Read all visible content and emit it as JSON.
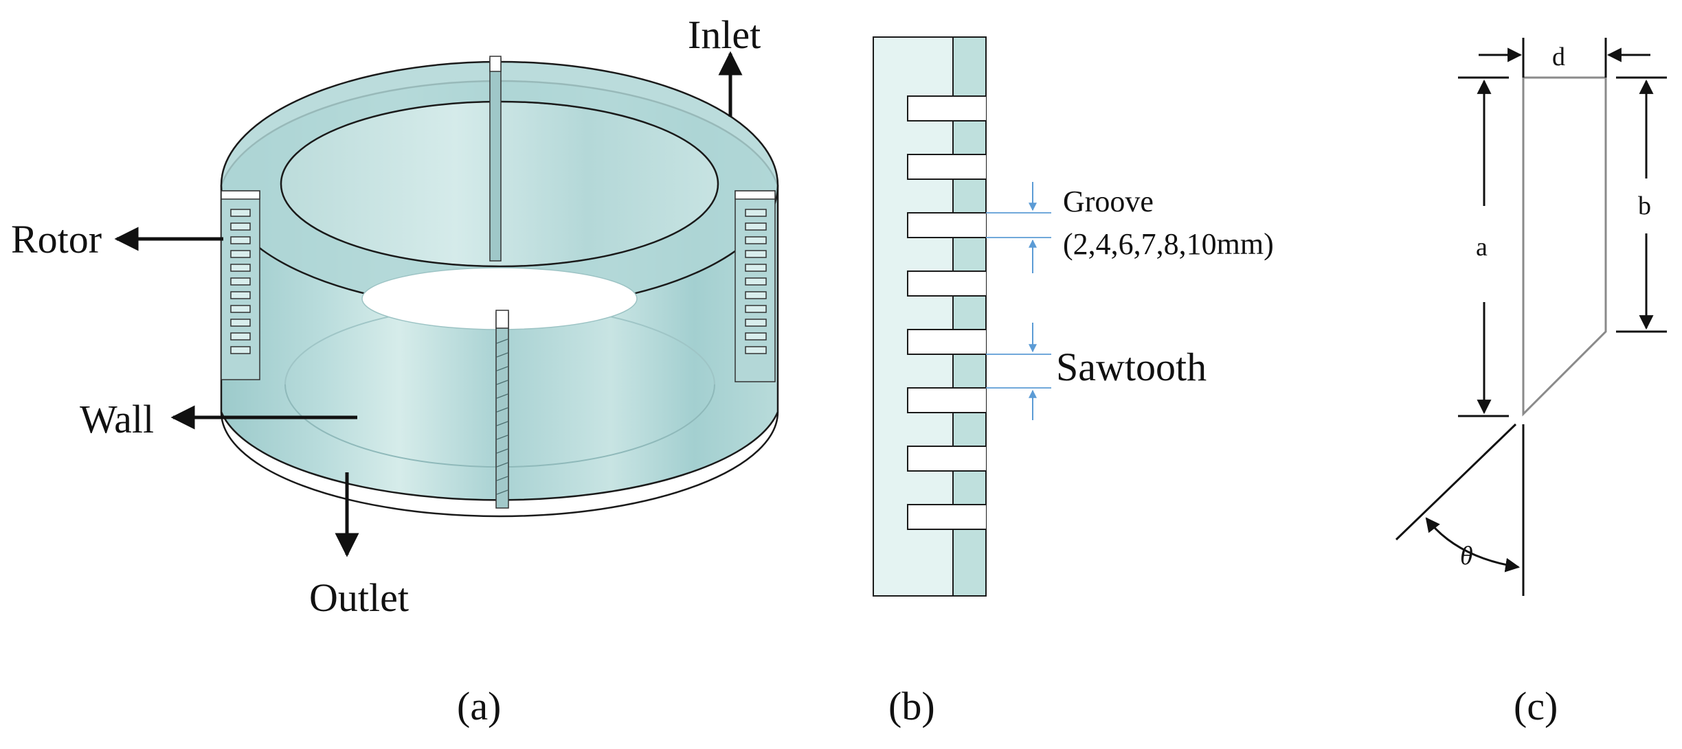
{
  "panel_a": {
    "inlet": "Inlet",
    "rotor": "Rotor",
    "wall": "Wall",
    "outlet": "Outlet",
    "caption": "(a)"
  },
  "panel_b": {
    "groove_label": "Groove",
    "groove_sizes": "(2,4,6,7,8,10mm)",
    "sawtooth_label": "Sawtooth",
    "caption": "(b)"
  },
  "panel_c": {
    "dim_a": "a",
    "dim_b": "b",
    "dim_d": "d",
    "angle": "θ",
    "caption": "(c)"
  },
  "colors": {
    "body_fill": "#a9d2d3",
    "body_light": "#c9e5e4",
    "tooth_fill": "#bfe0dd",
    "strip_fill": "#e4f3f2",
    "dim_blue": "#5b9bd5",
    "outline": "#1a1a1a"
  }
}
